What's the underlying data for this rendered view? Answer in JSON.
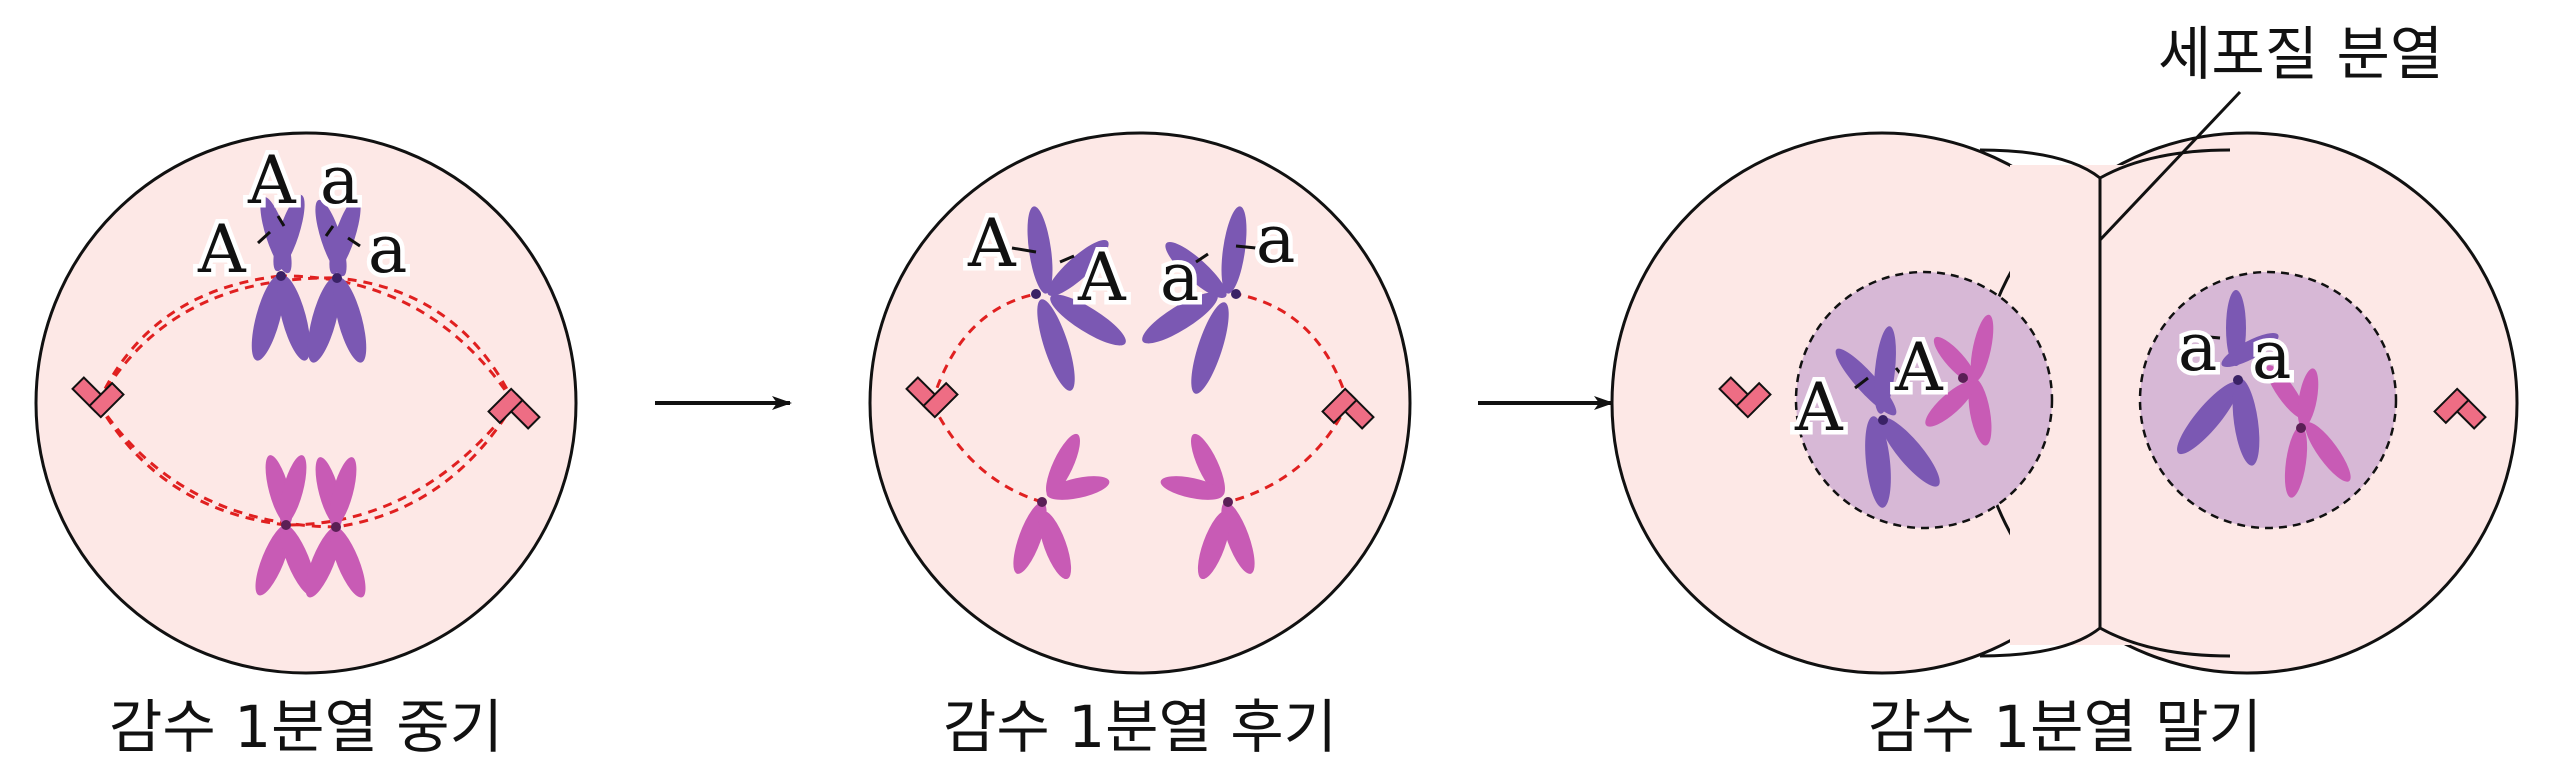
{
  "stages": [
    {
      "caption": "감수 1분열 중기",
      "labels": [
        {
          "text": "A"
        },
        {
          "text": "a"
        },
        {
          "text": "A"
        },
        {
          "text": "a"
        }
      ]
    },
    {
      "caption": "감수 1분열 후기",
      "labels": [
        {
          "text": "A"
        },
        {
          "text": "A"
        },
        {
          "text": "a"
        },
        {
          "text": "a"
        }
      ]
    },
    {
      "caption": "감수 1분열 말기",
      "labels": [
        {
          "text": "A"
        },
        {
          "text": "A"
        },
        {
          "text": "a"
        },
        {
          "text": "a"
        }
      ]
    }
  ],
  "callout": {
    "label": "세포질 분열"
  },
  "colors": {
    "cytoplasm": "#fde8e6",
    "nucleus": "#d7b8d6",
    "chromosome_purple": "#7b58b3",
    "chromosome_pink": "#c85bb5",
    "centriole": "#ee6d84",
    "spindle": "#e02020",
    "outline": "#111111"
  },
  "icons": [
    "arrow-right-icon",
    "arrow-right-icon"
  ]
}
